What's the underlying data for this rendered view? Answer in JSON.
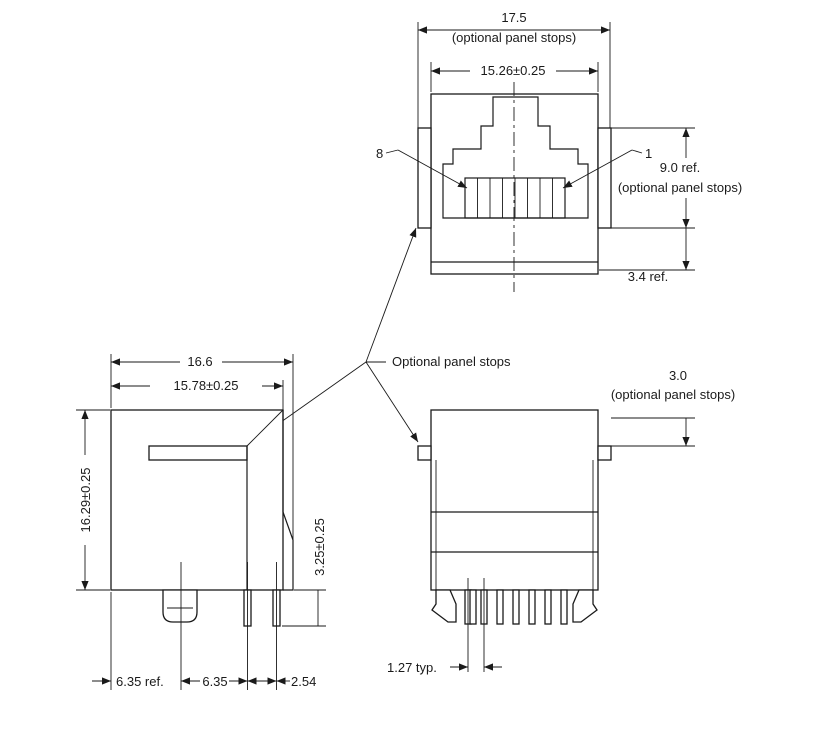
{
  "front_view": {
    "overall_width": "17.5",
    "overall_width_note": "(optional panel stops)",
    "body_width": "15.26±0.25",
    "pin_8_label": "8",
    "pin_1_label": "1",
    "panel_stop_height": "9.0 ref.",
    "panel_stop_height_note": "(optional panel stops)",
    "bottom_offset": "3.4 ref."
  },
  "callout": {
    "panel_stops": "Optional panel stops"
  },
  "side_view": {
    "overall_depth": "16.6",
    "body_depth": "15.78±0.25",
    "height": "16.29±0.25",
    "pin_length": "3.25±0.25",
    "post_offset": "6.35 ref.",
    "post_spacing": "6.35",
    "pin_row_spacing": "2.54"
  },
  "rear_view": {
    "stop_dim": "3.0",
    "stop_note": "(optional panel stops)",
    "pin_pitch": "1.27 typ."
  },
  "colors": {
    "line": "#1a1a1a",
    "background": "#ffffff"
  }
}
